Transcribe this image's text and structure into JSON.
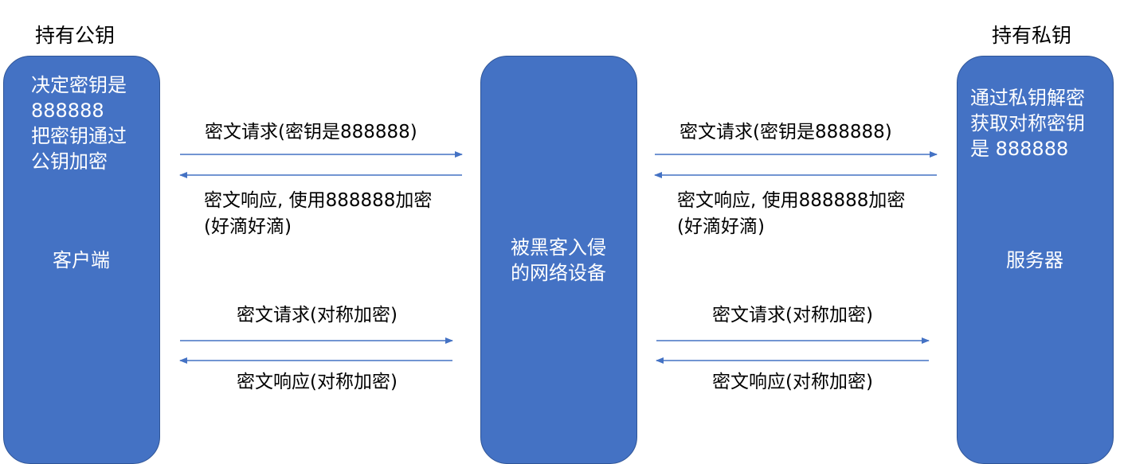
{
  "client": {
    "top_label": "持有公钥",
    "note": "决定密钥是\n888888\n把密钥通过\n公钥加密",
    "title": "客户端"
  },
  "middle": {
    "title": "被黑客入侵\n的网络设备"
  },
  "server": {
    "top_label": "持有私钥",
    "note": "通过私钥解密\n获取对称密钥\n是 888888",
    "title": "服务器"
  },
  "left_messages": {
    "request_key": "密文请求(密钥是888888)",
    "response_key": "密文响应, 使用888888加密\n(好滴好滴)",
    "request_sym": "密文请求(对称加密)",
    "response_sym": "密文响应(对称加密)"
  },
  "right_messages": {
    "request_key": "密文请求(密钥是888888)",
    "response_key": "密文响应, 使用888888加密\n(好滴好滴)",
    "request_sym": "密文请求(对称加密)",
    "response_sym": "密文响应(对称加密)"
  },
  "colors": {
    "box_fill": "#4472c4",
    "box_border": "#2f5597",
    "arrow": "#4472c4"
  }
}
